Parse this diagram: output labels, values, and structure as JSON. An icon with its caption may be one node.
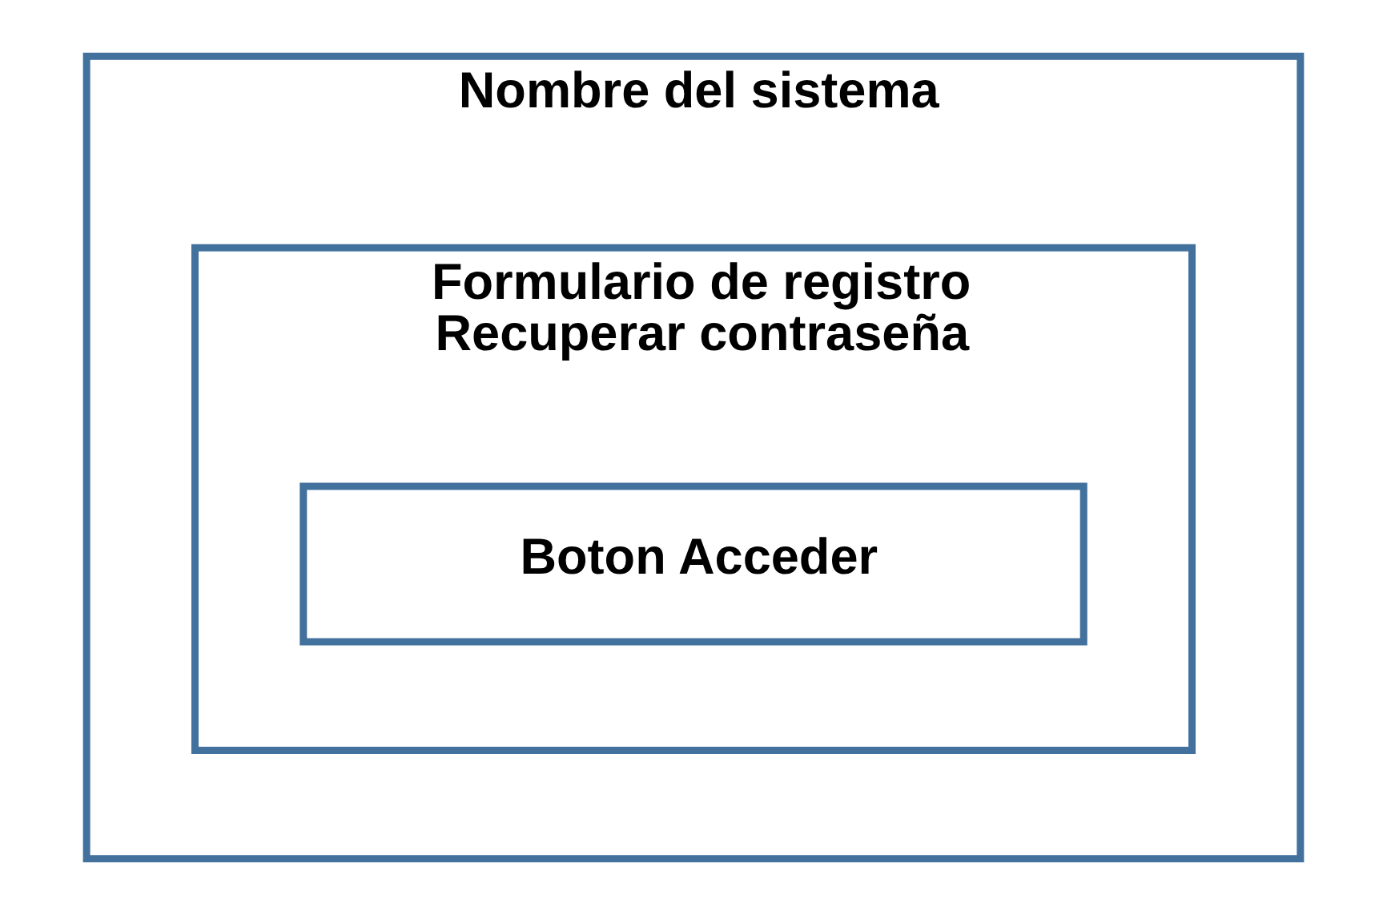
{
  "diagram": {
    "nodes": [
      {
        "text": [
          "Nombre del sistema"
        ]
      },
      {
        "text": [
          "Formulario de registro",
          "Recuperar contraseña"
        ],
        "in": 0
      },
      {
        "text": [
          "Boton Acceder"
        ],
        "in": 1
      }
    ]
  }
}
